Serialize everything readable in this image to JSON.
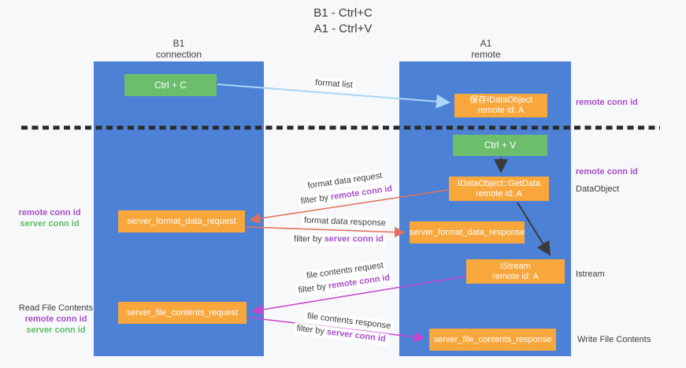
{
  "title": {
    "line1": "B1 - Ctrl+C",
    "line2": "A1 - Ctrl+V"
  },
  "lifelines": {
    "b1": {
      "name": "B1",
      "subtitle": "connection"
    },
    "a1": {
      "name": "A1",
      "subtitle": "remote"
    }
  },
  "nodes": {
    "ctrl_c": {
      "label": "Ctrl + C"
    },
    "save_dataobject": {
      "line1": "保存IDataObject",
      "line2": "remote id: A"
    },
    "ctrl_v": {
      "label": "Ctrl + V"
    },
    "getdata": {
      "line1": "IDataObject::GetData",
      "line2": "remote id: A"
    },
    "server_format_data_request": {
      "label": "server_format_data_request"
    },
    "server_format_data_response": {
      "label": "server_format_data_response"
    },
    "istream": {
      "line1": "IStream",
      "line2": "remote id: A"
    },
    "server_file_contents_request": {
      "label": "server_file_contents_request"
    },
    "server_file_contents_response": {
      "label": "server_file_contents_response"
    }
  },
  "side_labels": {
    "remote_conn_id_top": "remote conn id",
    "remote_conn_id_mid": "remote conn id",
    "dataobject": "DataObject",
    "istream": "Istream",
    "write_file_contents": "Write File Contents",
    "left_remote_conn_id": "remote conn id",
    "left_server_conn_id": "server conn id",
    "read_file_contents": "Read File Contents",
    "left_remote_conn_id_2": "remote conn id",
    "left_server_conn_id_2": "server conn id"
  },
  "arrows": {
    "format_list": "format list",
    "format_data_request": "format data request",
    "format_data_response": "format data response",
    "file_contents_request": "file contents request",
    "file_contents_response": "file contents response",
    "filter_by": "filter by",
    "remote_conn_id": "remote conn id",
    "server_conn_id": "server conn id"
  },
  "colors": {
    "lifeline_blue": "#4d81d6",
    "node_green": "#6cbe6c",
    "node_orange": "#f8a73d",
    "arrow_lightblue": "#a9d6f5",
    "arrow_red": "#e3705f",
    "arrow_magenta": "#ca43cd",
    "arrow_black": "#3b3b3b",
    "dashed_line": "#2b2b2b",
    "text_purple": "#a64ecb",
    "text_green": "#60bd68",
    "text_dark": "#3d3d3d",
    "background": "#f7f8f9"
  }
}
